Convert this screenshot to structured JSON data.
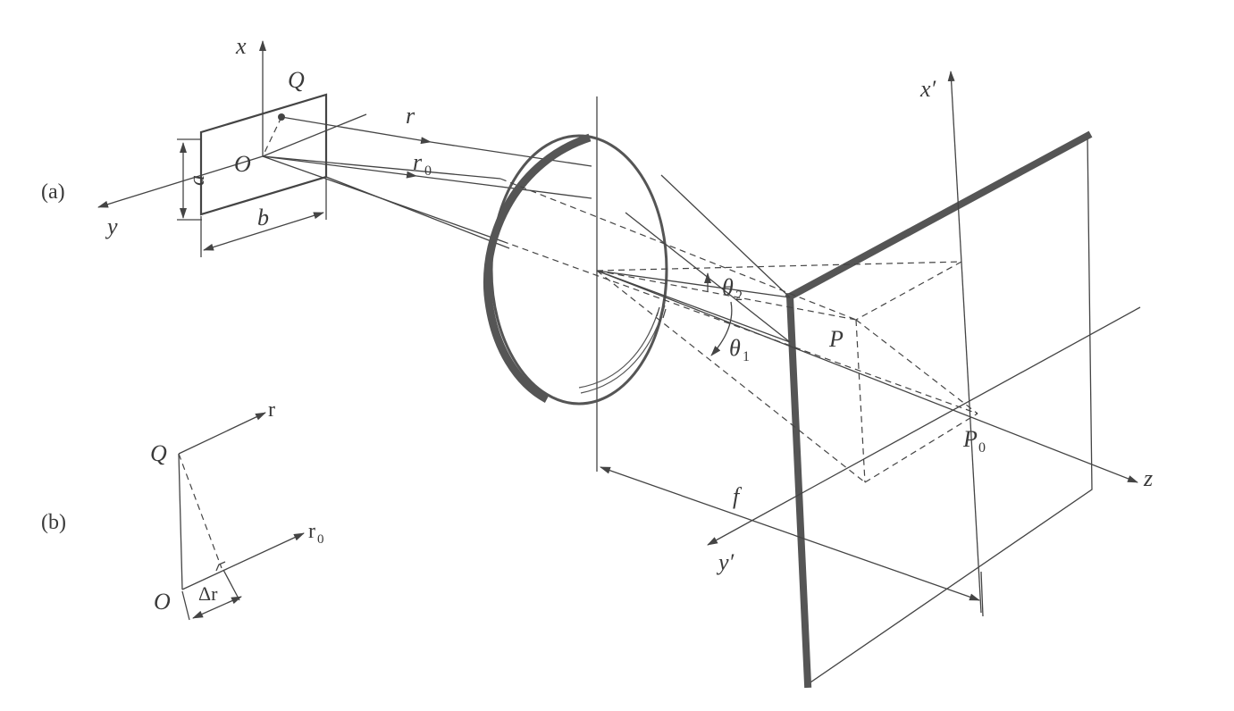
{
  "panel_a_label": "(a)",
  "panel_b_label": "(b)",
  "labels": {
    "x": "x",
    "y": "y",
    "Q": "Q",
    "O": "O",
    "a": "a",
    "b": "b",
    "r": "r",
    "r0": "r",
    "r0_sub": "0",
    "theta2": "θ",
    "theta2_sub": "2",
    "theta1": "θ",
    "theta1_sub": "1",
    "P": "P",
    "P0": "P",
    "P0_sub": "0",
    "f": "f",
    "xprime": "x′",
    "yprime": "y′",
    "z": "z",
    "b_Q": "Q",
    "b_O": "O",
    "b_r": "r",
    "b_r0": "r",
    "b_r0_sub": "0",
    "b_delta_r": "Δr"
  }
}
